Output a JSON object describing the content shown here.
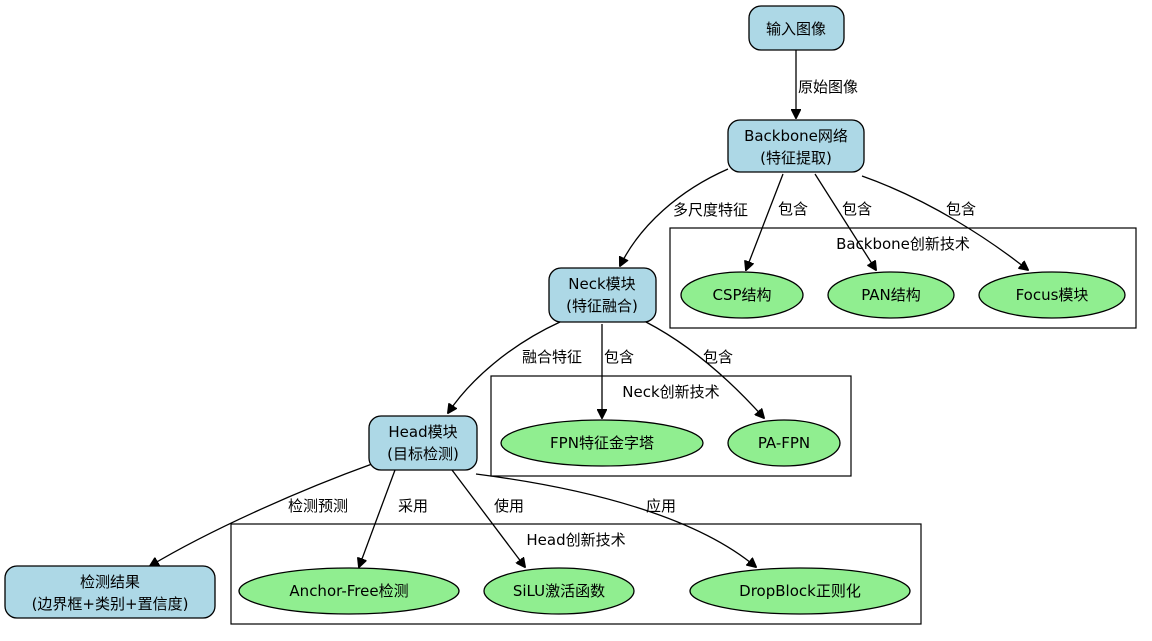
{
  "nodes": {
    "input": "输入图像",
    "backbone": [
      "Backbone网络",
      "(特征提取)"
    ],
    "neck": [
      "Neck模块",
      "(特征融合)"
    ],
    "head": [
      "Head模块",
      "(目标检测)"
    ],
    "result": [
      "检测结果",
      "(边界框+类别+置信度)"
    ],
    "csp": "CSP结构",
    "pan": "PAN结构",
    "focus": "Focus模块",
    "fpn": "FPN特征金字塔",
    "pafpn": "PA-FPN",
    "anchorfree": "Anchor-Free检测",
    "silu": "SiLU激活函数",
    "dropblock": "DropBlock正则化"
  },
  "clusters": {
    "backbone_tech": "Backbone创新技术",
    "neck_tech": "Neck创新技术",
    "head_tech": "Head创新技术"
  },
  "edges": {
    "input_backbone": "原始图像",
    "backbone_neck": "多尺度特征",
    "backbone_csp": "包含",
    "backbone_pan": "包含",
    "backbone_focus": "包含",
    "neck_head": "融合特征",
    "neck_fpn": "包含",
    "neck_pafpn": "包含",
    "head_result": "检测预测",
    "head_anchorfree": "采用",
    "head_silu": "使用",
    "head_dropblock": "应用"
  },
  "colors": {
    "main_node": "#add8e6",
    "tech_node": "#90ee90",
    "border": "#000000"
  }
}
